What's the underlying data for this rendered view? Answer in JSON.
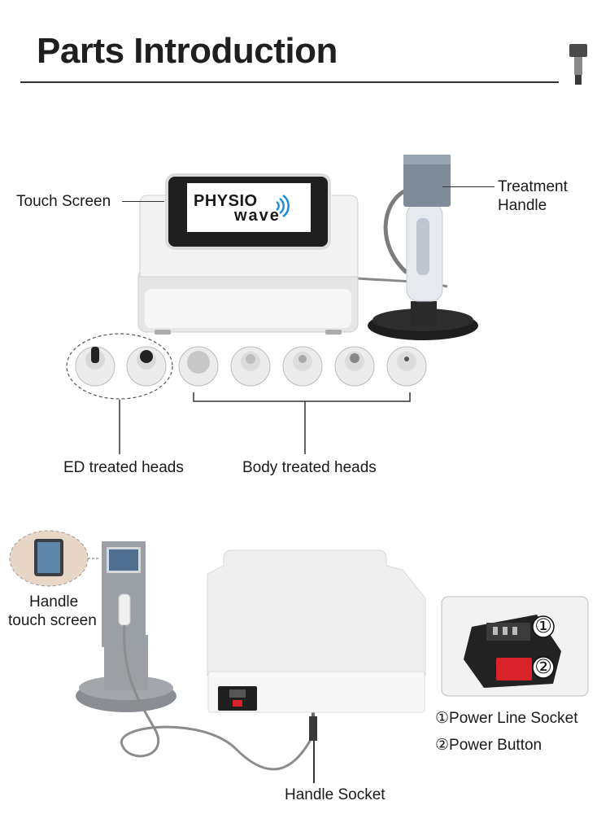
{
  "header": {
    "title": "Parts Introduction"
  },
  "device_screen": {
    "brand_line1": "PHYSIO",
    "brand_line2": "wave"
  },
  "labels": {
    "touch_screen": "Touch Screen",
    "treatment_handle_line1": "Treatment",
    "treatment_handle_line2": "Handle",
    "ed_heads": "ED treated heads",
    "body_heads": "Body treated heads",
    "handle_touch_line1": "Handle",
    "handle_touch_line2": "touch screen",
    "handle_socket": "Handle Socket"
  },
  "legend": [
    {
      "marker": "①",
      "text": "Power Line Socket"
    },
    {
      "marker": "②",
      "text": "Power Button"
    }
  ],
  "callouts": {
    "socket_marker": "①",
    "button_marker": "②"
  },
  "colors": {
    "accent_blue": "#1c8fd6",
    "power_red": "#d8232a",
    "device_white": "#f1f1f1",
    "handle_gray": "#7f8b99"
  }
}
